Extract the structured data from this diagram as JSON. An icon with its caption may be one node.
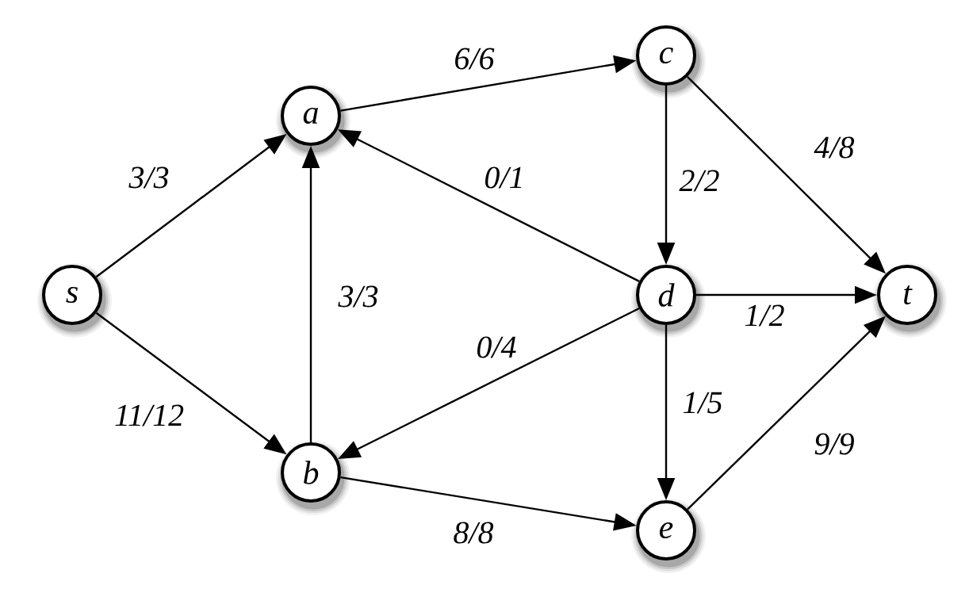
{
  "diagram": {
    "nodes": [
      {
        "text": [
          "s"
        ]
      },
      {
        "text": [
          "a"
        ]
      },
      {
        "text": [
          "b"
        ]
      },
      {
        "text": [
          "c"
        ]
      },
      {
        "text": [
          "d"
        ]
      },
      {
        "text": [
          "e"
        ]
      },
      {
        "text": [
          "t"
        ]
      }
    ],
    "edges": [
      {
        "from": 0,
        "to": 1,
        "arrow": "to",
        "label": "3/3"
      },
      {
        "from": 0,
        "to": 2,
        "arrow": "to",
        "label": "11/12"
      },
      {
        "from": 2,
        "to": 1,
        "arrow": "to",
        "label": "3/3"
      },
      {
        "from": 1,
        "to": 3,
        "arrow": "to",
        "label": "6/6"
      },
      {
        "from": 4,
        "to": 1,
        "arrow": "to",
        "label": "0/1"
      },
      {
        "from": 3,
        "to": 4,
        "arrow": "to",
        "label": "2/2"
      },
      {
        "from": 3,
        "to": 6,
        "arrow": "to",
        "label": "4/8"
      },
      {
        "from": 4,
        "to": 6,
        "arrow": "to",
        "label": "1/2"
      },
      {
        "from": 4,
        "to": 2,
        "arrow": "to",
        "label": "0/4"
      },
      {
        "from": 4,
        "to": 5,
        "arrow": "to",
        "label": "1/5"
      },
      {
        "from": 2,
        "to": 5,
        "arrow": "to",
        "label": "8/8"
      },
      {
        "from": 5,
        "to": 6,
        "arrow": "to",
        "label": "9/9"
      }
    ]
  }
}
